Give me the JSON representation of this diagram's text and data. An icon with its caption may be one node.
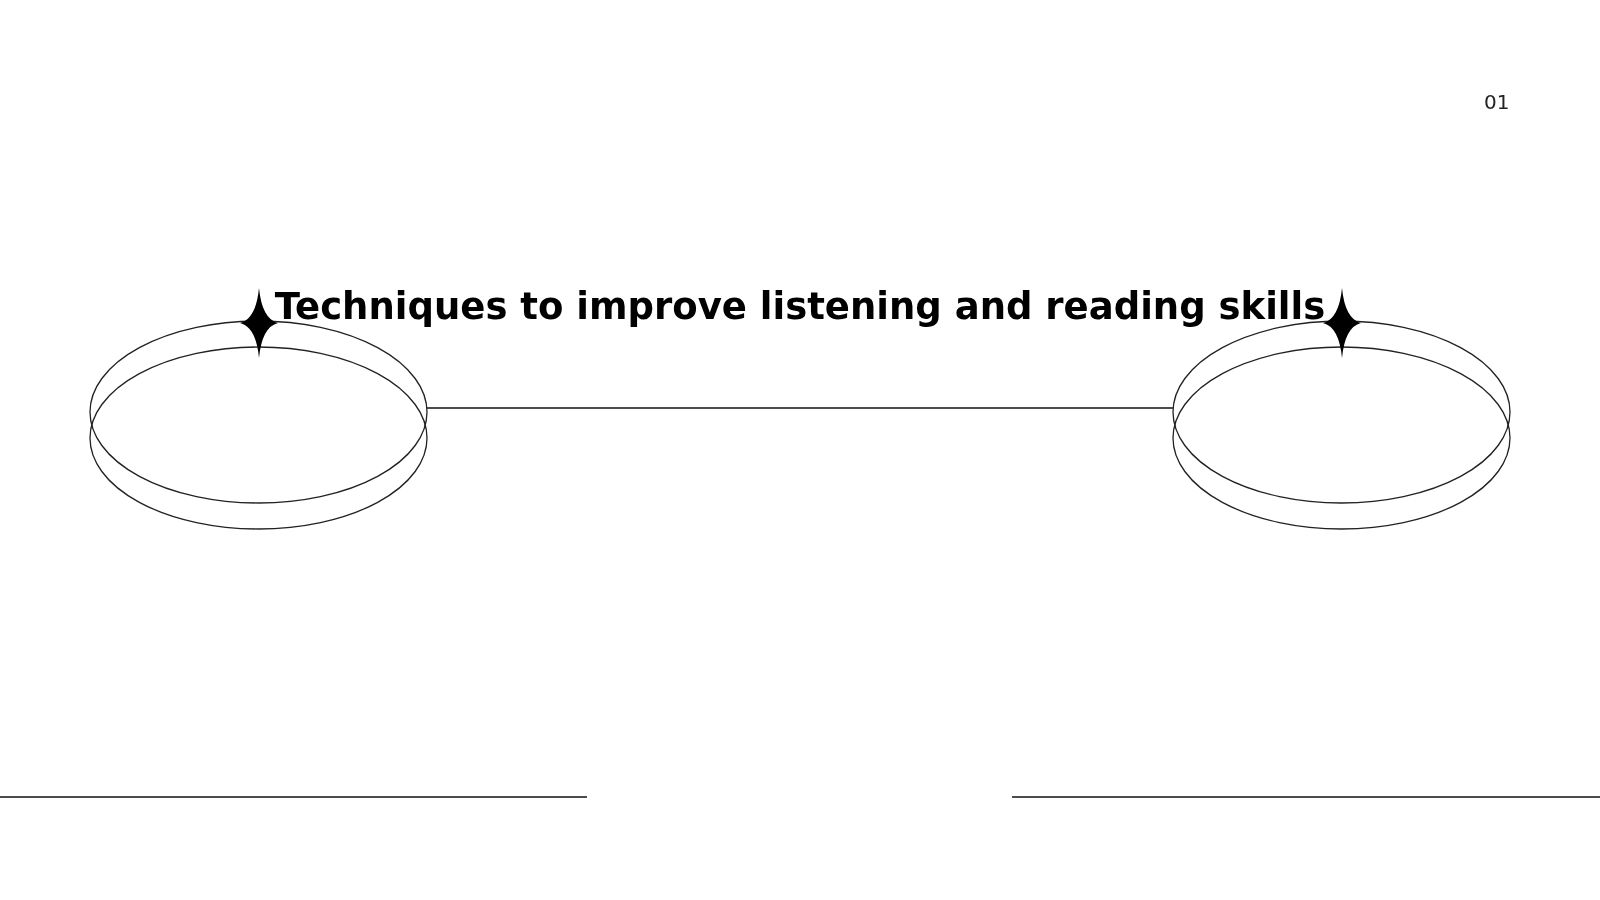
{
  "diagram": {
    "title": "Techniques to improve listening and reading skills",
    "nodes": [
      {
        "text": [],
        "shape": "ellipse"
      },
      {
        "text": [],
        "shape": "ellipse"
      }
    ],
    "edges": [
      {
        "from": 0,
        "to": 1,
        "arrow": "none"
      }
    ],
    "labels": [
      "01"
    ]
  }
}
